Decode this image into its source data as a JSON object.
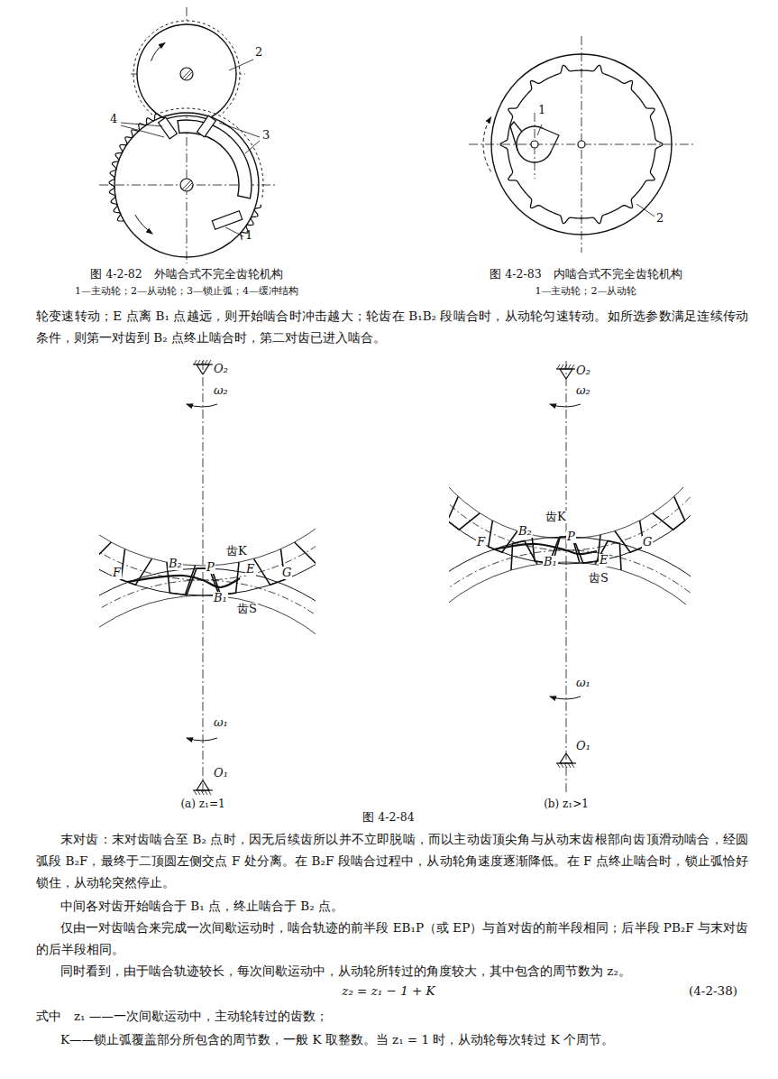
{
  "diagram": {
    "labels": [
      "2",
      "4",
      "3",
      "1",
      "图 4-2-82　外啮合式不完全齿轮机构",
      "1—主动轮；2—从动轮；3—锁止弧；4—缓冲结构",
      "1",
      "2",
      "图 4-2-83　内啮合式不完全齿轮机构",
      "1—主动轮；2—从动轮",
      "轮变速转动；E 点离 B₁ 点越远，则开始啮合时冲击越大；轮齿在 B₁B₂ 段啮合时，从动轮匀速转动。如所选参数满足连续传动条件，则第一对齿到 B₂ 点终止啮合时，第二对齿已进入啮合。",
      "O₂",
      "ω₂",
      "B₂",
      "P",
      "齿K",
      "F",
      "E",
      "G",
      "B₁",
      "齿S",
      "ω₁",
      "O₁",
      "(a) z₁=1",
      "O₂",
      "ω₂",
      "B₂",
      "P",
      "齿K",
      "F",
      "G",
      "B₁",
      "E",
      "齿S",
      "ω₁",
      "O₁",
      "(b) z₁>1",
      "图 4-2-84",
      "末对齿：末对齿啮合至 B₂ 点时，因无后续齿所以并不立即脱啮，而以主动齿顶尖角与从动末齿根部向齿顶滑动啮合，经圆弧段 B₂F，最终于二顶圆左侧交点 F 处分离。在 B₂F 段啮合过程中，从动轮角速度逐渐降低。在 F 点终止啮合时，锁止弧恰好锁住，从动轮突然停止。",
      "中间各对齿开始啮合于 B₁ 点，终止啮合于 B₂ 点。",
      "仅由一对齿啮合来完成一次间歇运动时，啮合轨迹的前半段 EB₁P（或 EP）与首对齿的前半段相同；后半段 PB₂F 与末对齿的后半段相同。",
      "同时看到，由于啮合轨迹较长，每次间歇运动中，从动轮所转过的角度较大，其中包含的周节数为 z₂。",
      "z₂ = z₁ − 1 + K",
      "(4-2-38)",
      "式中　z₁ ——一次间歇运动中，主动轮转过的齿数；",
      "K——锁止弧覆盖部分所包含的周节数，一般 K 取整数。当 z₁ = 1 时，从动轮每次转过 K 个周节。"
    ]
  }
}
